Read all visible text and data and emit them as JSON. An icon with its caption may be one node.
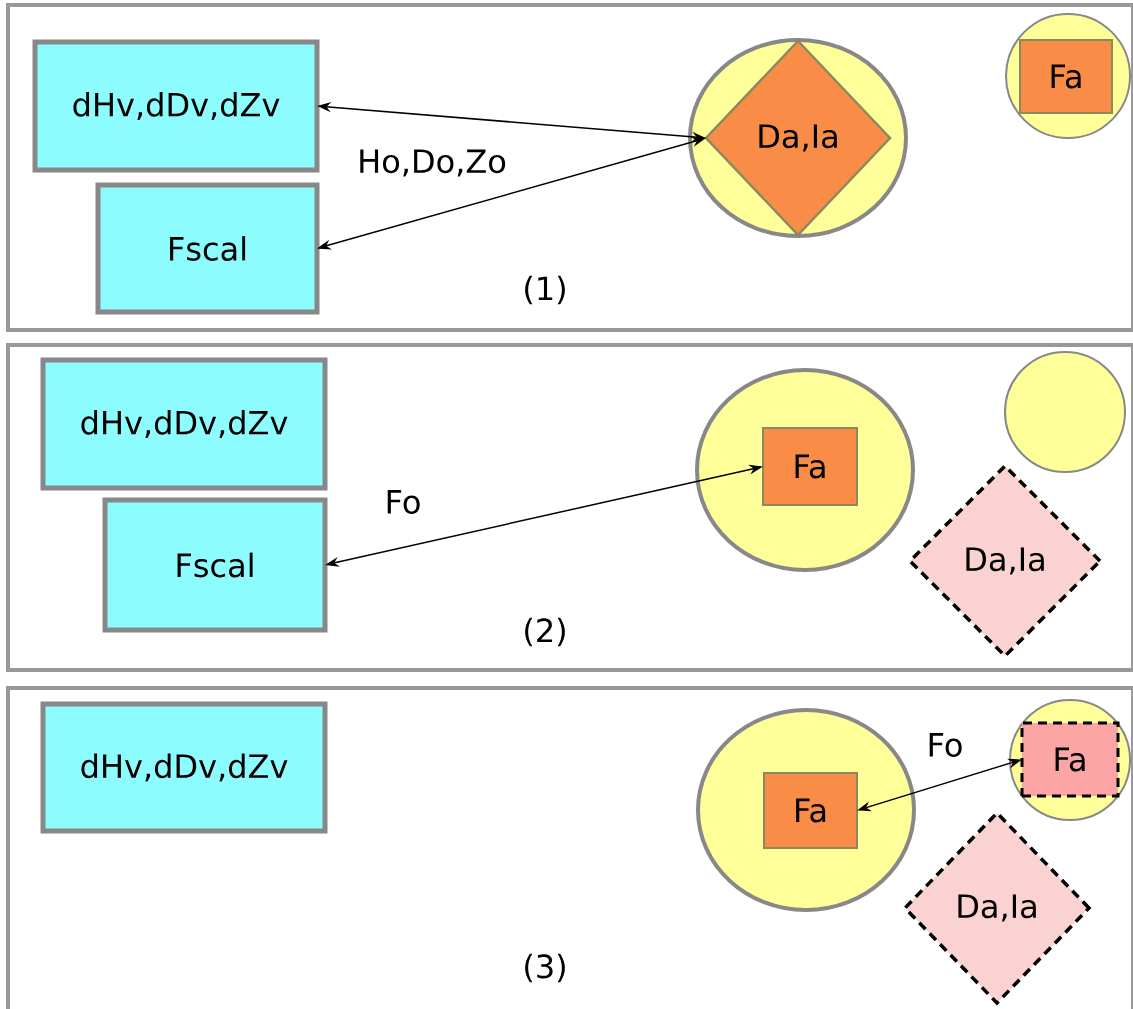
{
  "diagram": {
    "nodes": [
      {
        "text": [
          "(1)"
        ]
      },
      {
        "text": [
          "dHv,dDv,dZv"
        ],
        "in": 0
      },
      {
        "text": [
          "Fscal"
        ],
        "in": 0
      },
      {
        "text": [],
        "shape": "circle",
        "in": 0
      },
      {
        "text": [
          "Da,Ia"
        ],
        "in": 3
      },
      {
        "text": [],
        "shape": "circle",
        "in": 0
      },
      {
        "text": [
          "Fa"
        ],
        "in": 5
      },
      {
        "text": [
          "(2)"
        ]
      },
      {
        "text": [
          "dHv,dDv,dZv"
        ],
        "in": 7
      },
      {
        "text": [
          "Fscal"
        ],
        "in": 7
      },
      {
        "text": [],
        "shape": "circle",
        "in": 7
      },
      {
        "text": [
          "Fa"
        ],
        "in": 10
      },
      {
        "text": [],
        "shape": "circle",
        "in": 7
      },
      {
        "text": [
          "Da,Ia"
        ],
        "in": 7
      },
      {
        "text": [
          "(3)"
        ]
      },
      {
        "text": [
          "dHv,dDv,dZv"
        ],
        "in": 14
      },
      {
        "text": [],
        "shape": "circle",
        "in": 14
      },
      {
        "text": [
          "Fa"
        ],
        "in": 16
      },
      {
        "text": [],
        "shape": "circle",
        "in": 14
      },
      {
        "text": [
          "Fa"
        ],
        "in": 18
      },
      {
        "text": [
          "Da,Ia"
        ],
        "in": 14
      }
    ],
    "edges": [
      {
        "from": 1,
        "to": 4,
        "arrow": "both"
      },
      {
        "from": 2,
        "to": 4,
        "arrow": "both",
        "label": "Ho,Do,Zo"
      },
      {
        "from": 9,
        "to": 11,
        "arrow": "both",
        "label": "Fo"
      },
      {
        "from": 17,
        "to": 19,
        "arrow": "both",
        "label": "Fo"
      }
    ]
  }
}
